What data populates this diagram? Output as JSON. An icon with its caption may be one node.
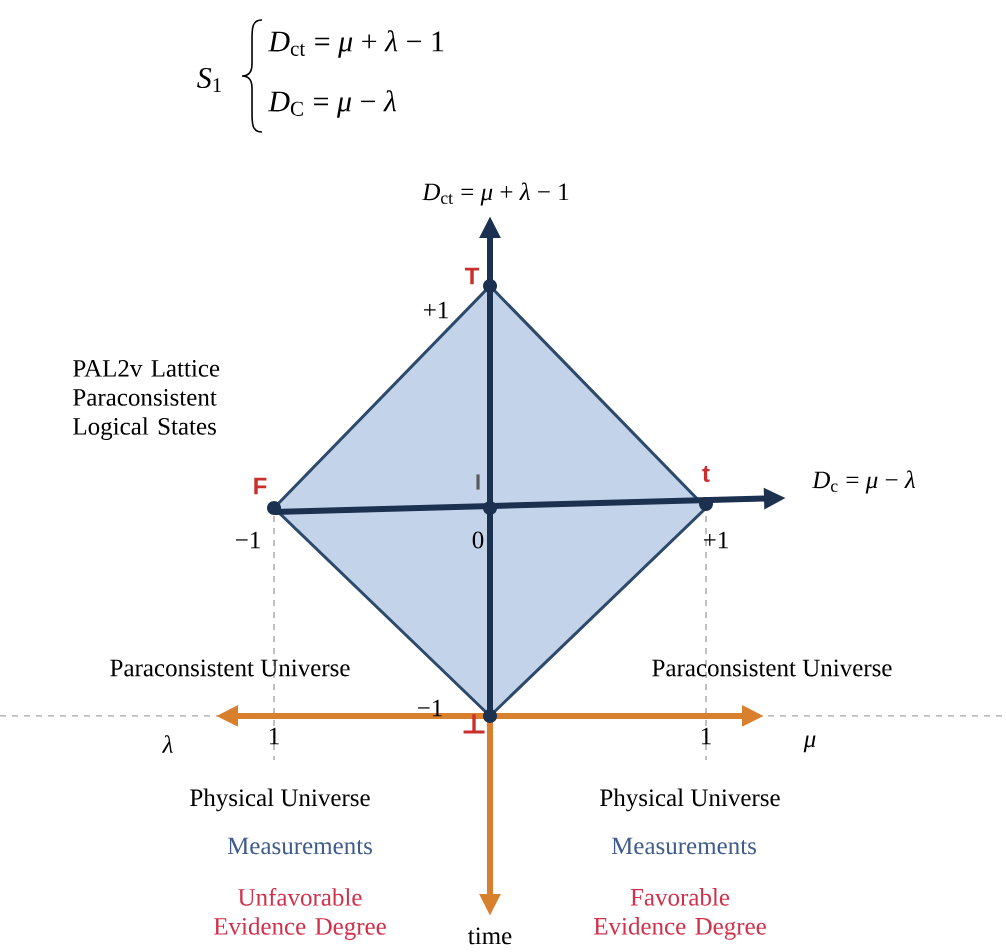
{
  "diagram": {
    "labels": [
      "*S*$_{1}$",
      "*D*$_{ct}$ = *μ* + *λ* − 1",
      "*D*$_{C}$ = *μ* − *λ*",
      "*D*$_{ct}$ = *μ* + *λ* − 1",
      "T",
      "+1",
      "PAL2v Lattice Paraconsistent Logical States",
      "F",
      "I",
      "t",
      "*D*$_{c}$ = *μ* − *λ*",
      "−1",
      "0",
      "+1",
      "Paraconsistent Universe",
      "Paraconsistent Universe",
      "−1",
      "⊥",
      "λ",
      "1",
      "1",
      "μ",
      "Physical Universe",
      "Physical Universe",
      "Measurements",
      "Measurements",
      "Unfavorable Evidence Degree",
      "Favorable Evidence Degree",
      "time"
    ]
  }
}
